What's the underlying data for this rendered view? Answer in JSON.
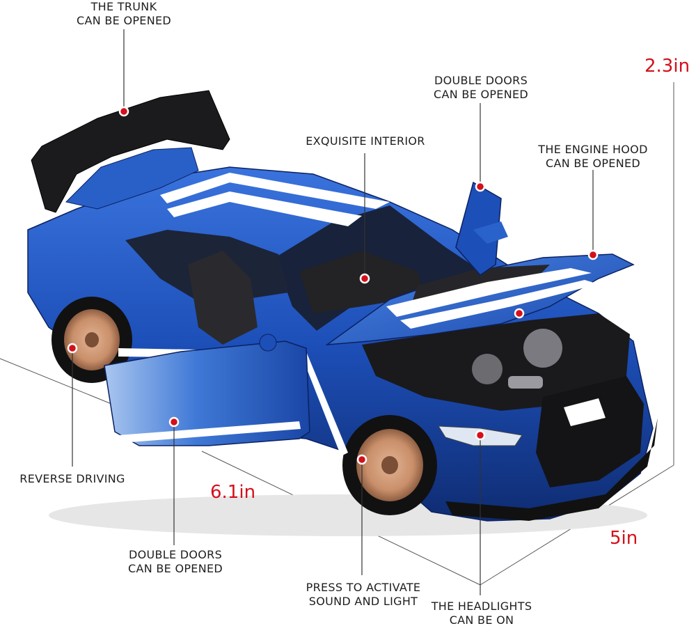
{
  "callouts": {
    "trunk": [
      "THE TRUNK",
      "CAN BE OPENED"
    ],
    "double_doors_top": [
      "DOUBLE DOORS",
      "CAN BE OPENED"
    ],
    "interior": [
      "EXQUISITE INTERIOR"
    ],
    "engine_hood": [
      "THE ENGINE HOOD",
      "CAN BE OPENED"
    ],
    "reverse": [
      "REVERSE DRIVING"
    ],
    "double_doors_bottom": [
      "DOUBLE DOORS",
      "CAN BE OPENED"
    ],
    "sound_light": [
      "PRESS TO ACTIVATE",
      "SOUND AND LIGHT"
    ],
    "headlights": [
      "THE HEADLIGHTS",
      "CAN BE ON"
    ]
  },
  "dimensions": {
    "height": "2.3in",
    "length": "6.1in",
    "width": "5in"
  },
  "colors": {
    "car_body": "#1d4fb8",
    "stripe": "#ffffff",
    "marker": "#d4101a",
    "dimension_text": "#d4101a",
    "rims": "#c98f6a"
  }
}
